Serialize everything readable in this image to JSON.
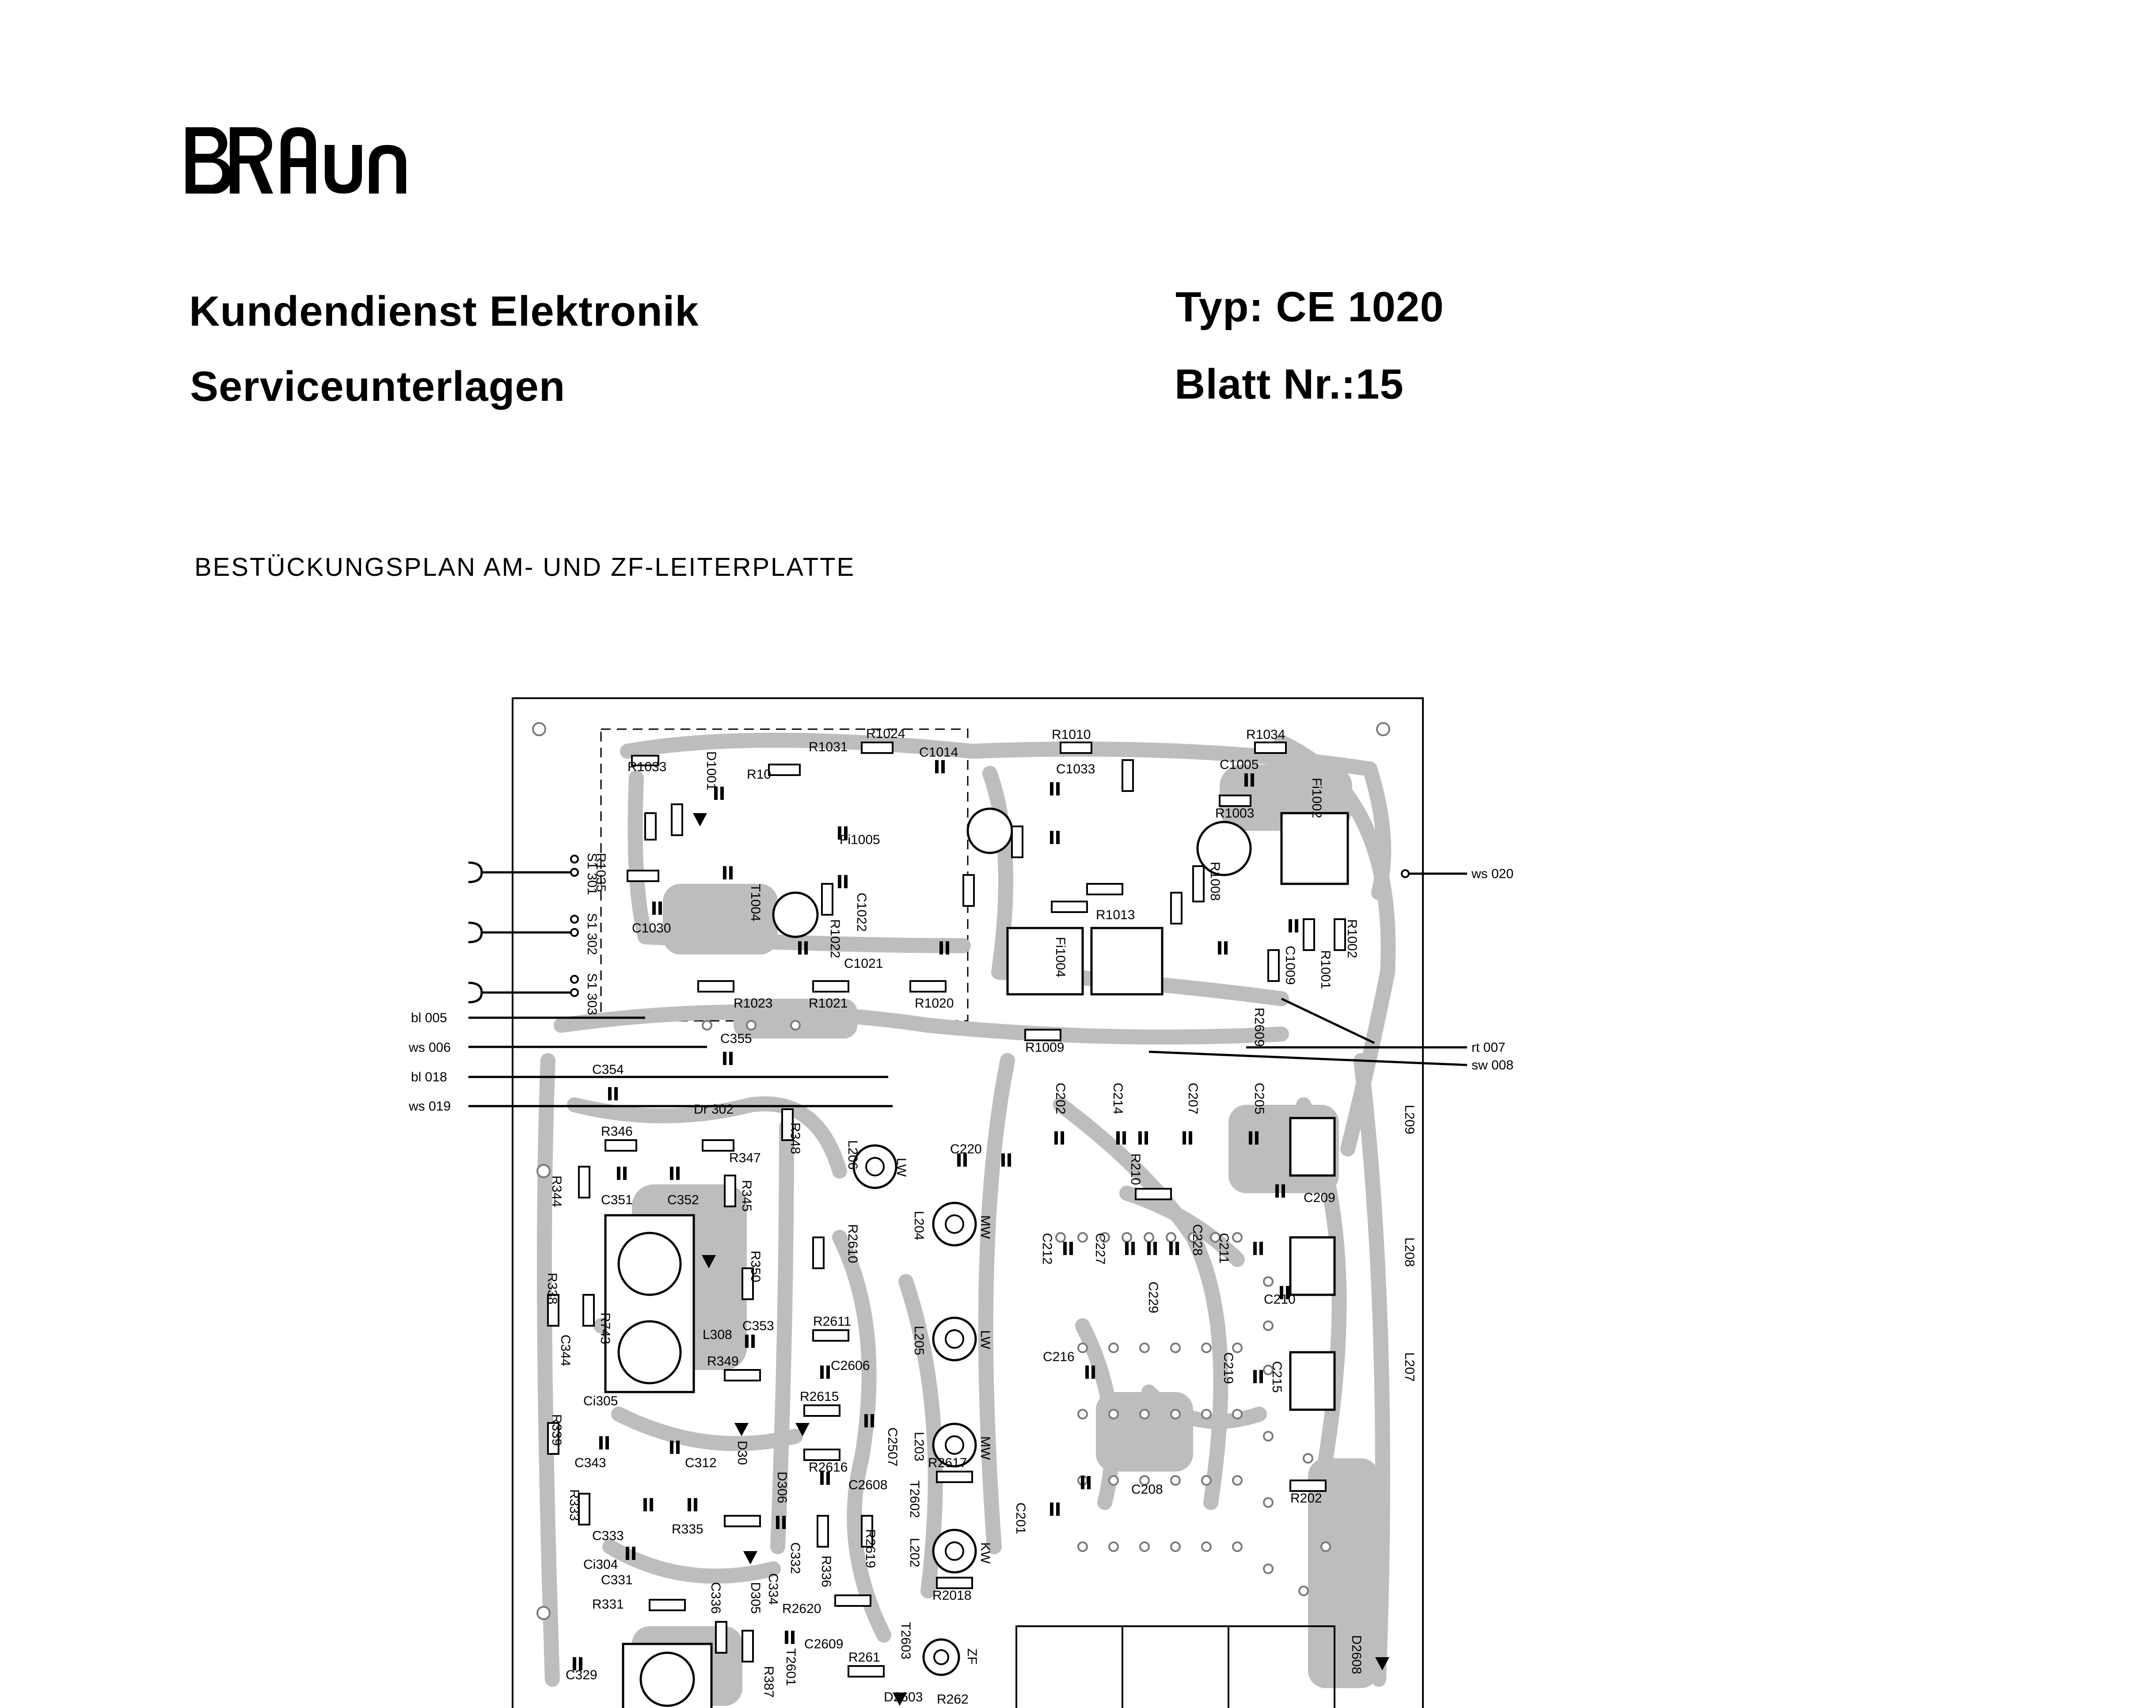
{
  "brand": {
    "logo_text": "BRAUN"
  },
  "header": {
    "department": "Kundendienst Elektronik",
    "subtitle": "Serviceunterlagen",
    "type_label": "Typ: CE 1020",
    "sheet_label": "Blatt Nr.:15"
  },
  "plan": {
    "title": "BESTÜCKUNGSPLAN  AM- UND ZF-LEITERPLATTE"
  },
  "connections": {
    "left": [
      "bl 005",
      "ws 006",
      "bl 018",
      "ws 019"
    ],
    "right": [
      "ws 020",
      "rt 007",
      "sw 008"
    ]
  },
  "switch_labels": [
    "S1 301",
    "S1 302",
    "S1 303"
  ],
  "components": [
    {
      "ref": "R1024"
    },
    {
      "ref": "R1010"
    },
    {
      "ref": "R1034"
    },
    {
      "ref": "R1031"
    },
    {
      "ref": "C1014"
    },
    {
      "ref": "C1033"
    },
    {
      "ref": "C1005"
    },
    {
      "ref": "R1033"
    },
    {
      "ref": "D1001"
    },
    {
      "ref": "R10"
    },
    {
      "ref": "R1003"
    },
    {
      "ref": "Fi1002"
    },
    {
      "ref": "Fi1005"
    },
    {
      "ref": "R1035"
    },
    {
      "ref": "C1030"
    },
    {
      "ref": "T1004"
    },
    {
      "ref": "R1022"
    },
    {
      "ref": "C1022"
    },
    {
      "ref": "Fi1004"
    },
    {
      "ref": "R1013"
    },
    {
      "ref": "R1008"
    },
    {
      "ref": "R1002"
    },
    {
      "ref": "C1009"
    },
    {
      "ref": "R1001"
    },
    {
      "ref": "C1021"
    },
    {
      "ref": "R1023"
    },
    {
      "ref": "R1021"
    },
    {
      "ref": "R1020"
    },
    {
      "ref": "R1009"
    },
    {
      "ref": "R2609"
    },
    {
      "ref": "C355"
    },
    {
      "ref": "C354"
    },
    {
      "ref": "Dr 302"
    },
    {
      "ref": "R348"
    },
    {
      "ref": "R346"
    },
    {
      "ref": "R347"
    },
    {
      "ref": "C351"
    },
    {
      "ref": "C352"
    },
    {
      "ref": "R344"
    },
    {
      "ref": "R345"
    },
    {
      "ref": "L206"
    },
    {
      "ref": "C220"
    },
    {
      "ref": "C202"
    },
    {
      "ref": "C214"
    },
    {
      "ref": "C207"
    },
    {
      "ref": "C205"
    },
    {
      "ref": "L209"
    },
    {
      "ref": "C209"
    },
    {
      "ref": "R210"
    },
    {
      "ref": "L204"
    },
    {
      "ref": "R2610"
    },
    {
      "ref": "C212"
    },
    {
      "ref": "C227"
    },
    {
      "ref": "C229"
    },
    {
      "ref": "C228"
    },
    {
      "ref": "C211"
    },
    {
      "ref": "C210"
    },
    {
      "ref": "L208"
    },
    {
      "ref": "R350"
    },
    {
      "ref": "R338"
    },
    {
      "ref": "R743"
    },
    {
      "ref": "L308"
    },
    {
      "ref": "C353"
    },
    {
      "ref": "R2611"
    },
    {
      "ref": "L205"
    },
    {
      "ref": "C344"
    },
    {
      "ref": "R349"
    },
    {
      "ref": "C2606"
    },
    {
      "ref": "C216"
    },
    {
      "ref": "C219"
    },
    {
      "ref": "C215"
    },
    {
      "ref": "L207"
    },
    {
      "ref": "Ci305"
    },
    {
      "ref": "R339"
    },
    {
      "ref": "R2615"
    },
    {
      "ref": "C2507"
    },
    {
      "ref": "L203"
    },
    {
      "ref": "C343"
    },
    {
      "ref": "C312"
    },
    {
      "ref": "D30"
    },
    {
      "ref": "R2616"
    },
    {
      "ref": "D306"
    },
    {
      "ref": "C2608"
    },
    {
      "ref": "T2602"
    },
    {
      "ref": "R2617"
    },
    {
      "ref": "C201"
    },
    {
      "ref": "C208"
    },
    {
      "ref": "R202"
    },
    {
      "ref": "R333"
    },
    {
      "ref": "C333"
    },
    {
      "ref": "R335"
    },
    {
      "ref": "C332"
    },
    {
      "ref": "R336"
    },
    {
      "ref": "R2619"
    },
    {
      "ref": "L202"
    },
    {
      "ref": "Ci304"
    },
    {
      "ref": "C331"
    },
    {
      "ref": "D305"
    },
    {
      "ref": "C334"
    },
    {
      "ref": "R2018"
    },
    {
      "ref": "R331"
    },
    {
      "ref": "C336"
    },
    {
      "ref": "R2620"
    },
    {
      "ref": "T2603"
    },
    {
      "ref": "C2609"
    },
    {
      "ref": "T2601"
    },
    {
      "ref": "R387"
    },
    {
      "ref": "R261"
    },
    {
      "ref": "D2603"
    },
    {
      "ref": "R262"
    },
    {
      "ref": "C329"
    },
    {
      "ref": "D2608"
    }
  ],
  "coil_labels": [
    "LW",
    "MW",
    "LW",
    "MW",
    "KW",
    "ZF"
  ],
  "colors": {
    "ink": "#000000",
    "trace": "#bdbdbd",
    "paper": "#ffffff"
  }
}
